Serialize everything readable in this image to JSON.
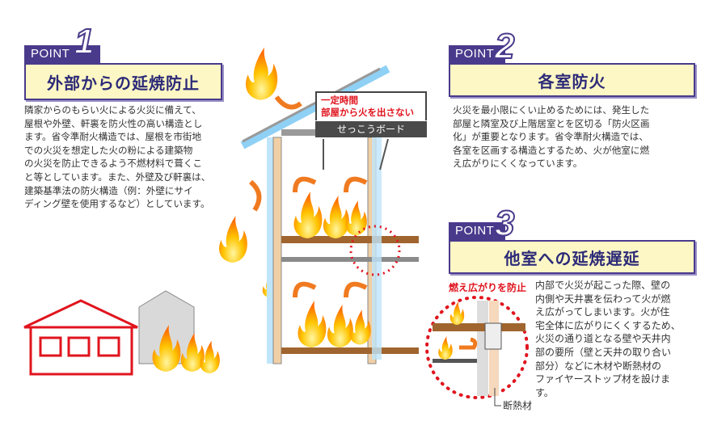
{
  "point1": {
    "tab": "POINT",
    "number": "1",
    "title": "外部からの延焼防止",
    "body": "隣家からのもらい火による火災に備えて、\n屋根や外壁、軒裏を防火性の高い構造とし\nます。省令準耐火構造では、屋根を市街地\nでの火災を想定した火の粉による建築物\nの火災を防止できるよう不燃材料で葺くこ\nと等としています。また、外壁及び軒裏は、\n建築基準法の防火構造（例：外壁にサイ\nディング壁を使用するなど）としています。"
  },
  "point2": {
    "tab": "POINT",
    "number": "2",
    "title": "各室防火",
    "body": "火災を最小限にくい止めるためには、発生した\n部屋と隣室及び上階居室とを区切る「防火区画\n化」が重要となります。省令準耐火構造では、\n各室を区画する構造とするため、火が他室に燃\nえ広がりにくくなっています。"
  },
  "point3": {
    "tab": "POINT",
    "number": "3",
    "title": "他室への延焼遅延",
    "body": "内部で火災が起こった際、壁の\n内側や天井裏を伝わって火が燃\nえ広がってしまいます。火が住\n宅全体に広がりにくくするため、\n火災の通り道となる壁や天井内\n部の要所（壁と天井の取り合い\n部分）などに木材や断熱材の\nファイヤーストップ材を設けま\nす。",
    "callout": "燃え広がりを防止",
    "insulation_label": "断熱材"
  },
  "diagram": {
    "callout_line1": "一定時間",
    "callout_line2": "部屋から火を出さない",
    "board_label": "せっこうボード"
  },
  "colors": {
    "purple": "#4a3a8c",
    "box": "#fcf7c4",
    "red": "#e0141e",
    "dark": "#444444"
  }
}
